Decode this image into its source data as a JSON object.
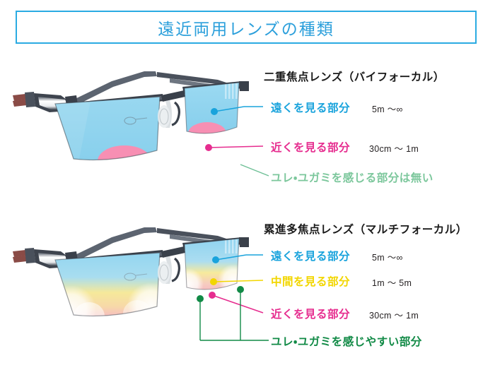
{
  "title": {
    "text": "遠近両用レンズの種類",
    "border_color": "#2BABE2",
    "text_color": "#2B9FDB"
  },
  "colors": {
    "far": "#19A3DC",
    "middle": "#F2D600",
    "near": "#E62D8F",
    "no_sway_green": "#7CC79C",
    "sway_green": "#118A46",
    "lens_blue": "#8FD3EF",
    "lens_pink": "#F78FB3",
    "frame_dark": "#3C4450",
    "temple_accent": "#8A4B46",
    "range_text": "#231f20"
  },
  "sections": [
    {
      "id": "bifocal",
      "heading": "二重焦点レンズ（バイフォーカル）",
      "lens_type": "bifocal",
      "rows": [
        {
          "label": "遠くを見る部分",
          "range": "5m 〜∞",
          "color_key": "far",
          "marker": "blue-dot"
        },
        {
          "label": "近くを見る部分",
          "range": "30cm 〜 1m",
          "color_key": "near",
          "marker": "pink-dot"
        }
      ],
      "note": {
        "label": "ユレ・ユガミを感じる部分は無い",
        "color_key": "no_sway_green"
      }
    },
    {
      "id": "progressive",
      "heading": "累進多焦点レンズ（マルチフォーカル）",
      "lens_type": "progressive",
      "rows": [
        {
          "label": "遠くを見る部分",
          "range": "5m 〜∞",
          "color_key": "far",
          "marker": "blue-dot"
        },
        {
          "label": "中間を見る部分",
          "range": "1m 〜 5m",
          "color_key": "middle",
          "marker": "yellow-dot"
        },
        {
          "label": "近くを見る部分",
          "range": "30cm 〜 1m",
          "color_key": "near",
          "marker": "pink-dot"
        }
      ],
      "note": {
        "label": "ユレ・ユガミを感じやすい部分",
        "color_key": "sway_green",
        "marker": "green-dot-pair"
      }
    }
  ]
}
